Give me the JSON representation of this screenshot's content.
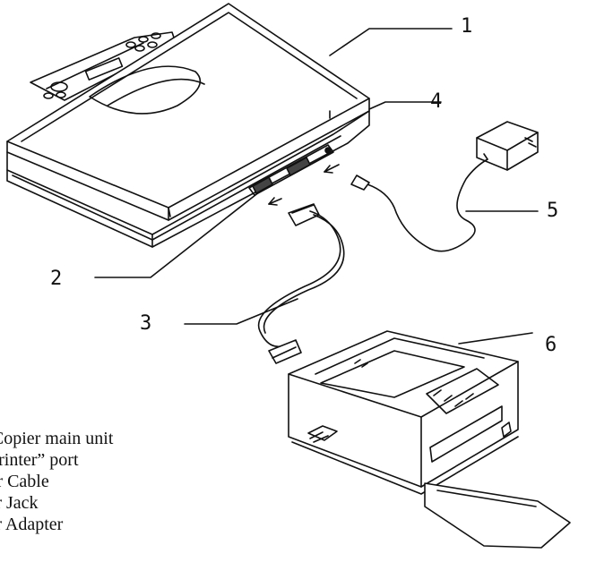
{
  "callouts": [
    {
      "id": "1",
      "label": "1"
    },
    {
      "id": "2",
      "label": "2"
    },
    {
      "id": "3",
      "label": "3"
    },
    {
      "id": "4",
      "label": "4"
    },
    {
      "id": "5",
      "label": "5"
    },
    {
      "id": "6",
      "label": "6"
    }
  ],
  "legend": [
    "anCopier main unit",
    "o Printer” port",
    "nter Cable",
    "wer Jack",
    "wer Adapter"
  ]
}
